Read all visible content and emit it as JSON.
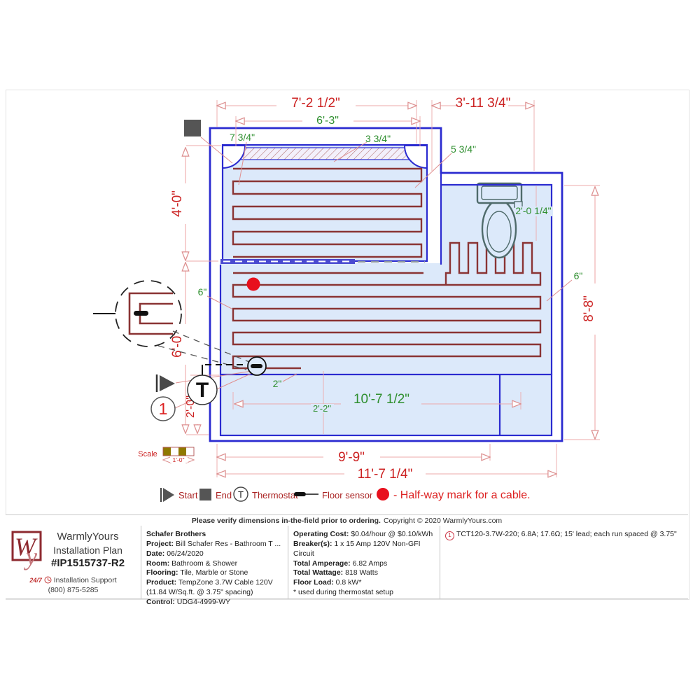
{
  "page": {
    "verify_bold": "Please verify dimensions in-the-field prior to ordering.",
    "copyright": "Copyright © 2020 WarmlyYours.com"
  },
  "brand": {
    "logo_w": "W",
    "logo_y": "y",
    "name": "WarmlyYours",
    "plan": "Installation Plan",
    "plan_id": "#IP1515737-R2",
    "support_badge": "24/7",
    "support": "Installation Support",
    "phone": "(800) 875-5285"
  },
  "project": {
    "company": "Schafer Brothers",
    "rows": [
      {
        "label": "Project:",
        "value": "Bill Schafer Res - Bathroom T ..."
      },
      {
        "label": "Date:",
        "value": "06/24/2020"
      },
      {
        "label": "Room:",
        "value": "Bathroom & Shower"
      },
      {
        "label": "Flooring:",
        "value": "Tile, Marble or Stone"
      },
      {
        "label": "Product:",
        "value": "TempZone 3.7W Cable 120V (11.84 W/Sq.ft. @ 3.75\" spacing)"
      },
      {
        "label": "Control:",
        "value": "UDG4-4999-WY"
      }
    ]
  },
  "electrical": {
    "rows": [
      {
        "label": "Operating Cost:",
        "value": "$0.04/hour @ $0.10/kWh"
      },
      {
        "label": "Breaker(s):",
        "value": "1 x 15 Amp 120V Non-GFI Circuit"
      },
      {
        "label": "Total Amperage:",
        "value": "6.82 Amps"
      },
      {
        "label": "Total Wattage:",
        "value": "818 Watts"
      },
      {
        "label": "Floor Load:",
        "value": "0.8 kW*"
      }
    ],
    "footnote": "* used during thermostat setup"
  },
  "cable_note": {
    "number": "1",
    "text": "TCT120-3.7W-220; 6.8A; 17.6Ω; 15' lead; each run spaced @ 3.75\""
  },
  "legend": {
    "start": "Start",
    "end": "End",
    "thermostat": "Thermostat",
    "floor_sensor": "Floor sensor",
    "halfway": "- Half-way mark for a cable."
  },
  "scale": {
    "label": "Scale",
    "value": "1'-0\""
  },
  "symbols": {
    "thermostat_t": "T",
    "cable_number": "1"
  },
  "dims": {
    "top_width": "7'-2 1/2\"",
    "top_right": "3'-11 3/4\"",
    "shower_inner_width": "6'-3\"",
    "left_shower": "4'-0\"",
    "left_main": "6'-0\"",
    "left_bottom": "2'-0\"",
    "right_height": "8'-8\"",
    "bottom_inner": "9'-9\"",
    "bottom_total": "11'-7 1/4\"",
    "offset_a": "7 3/4\"",
    "offset_b": "3 3/4\"",
    "offset_c": "5 3/4\"",
    "toilet_offset": "2'-0 1/4\"",
    "gap_left": "6\"",
    "gap_right": "6\"",
    "gap_bottom": "2\"",
    "strip_width": "10'-7 1/2\"",
    "strip_height": "2'-2\""
  },
  "colors": {
    "wall": "#2b2bd0",
    "floor": "#dce9fa",
    "cable": "#8a3434",
    "dim_line": "#eda9a9",
    "dim_red": "#cc2222",
    "dim_green": "#2f8f2f",
    "halfway_red": "#e8101d"
  }
}
